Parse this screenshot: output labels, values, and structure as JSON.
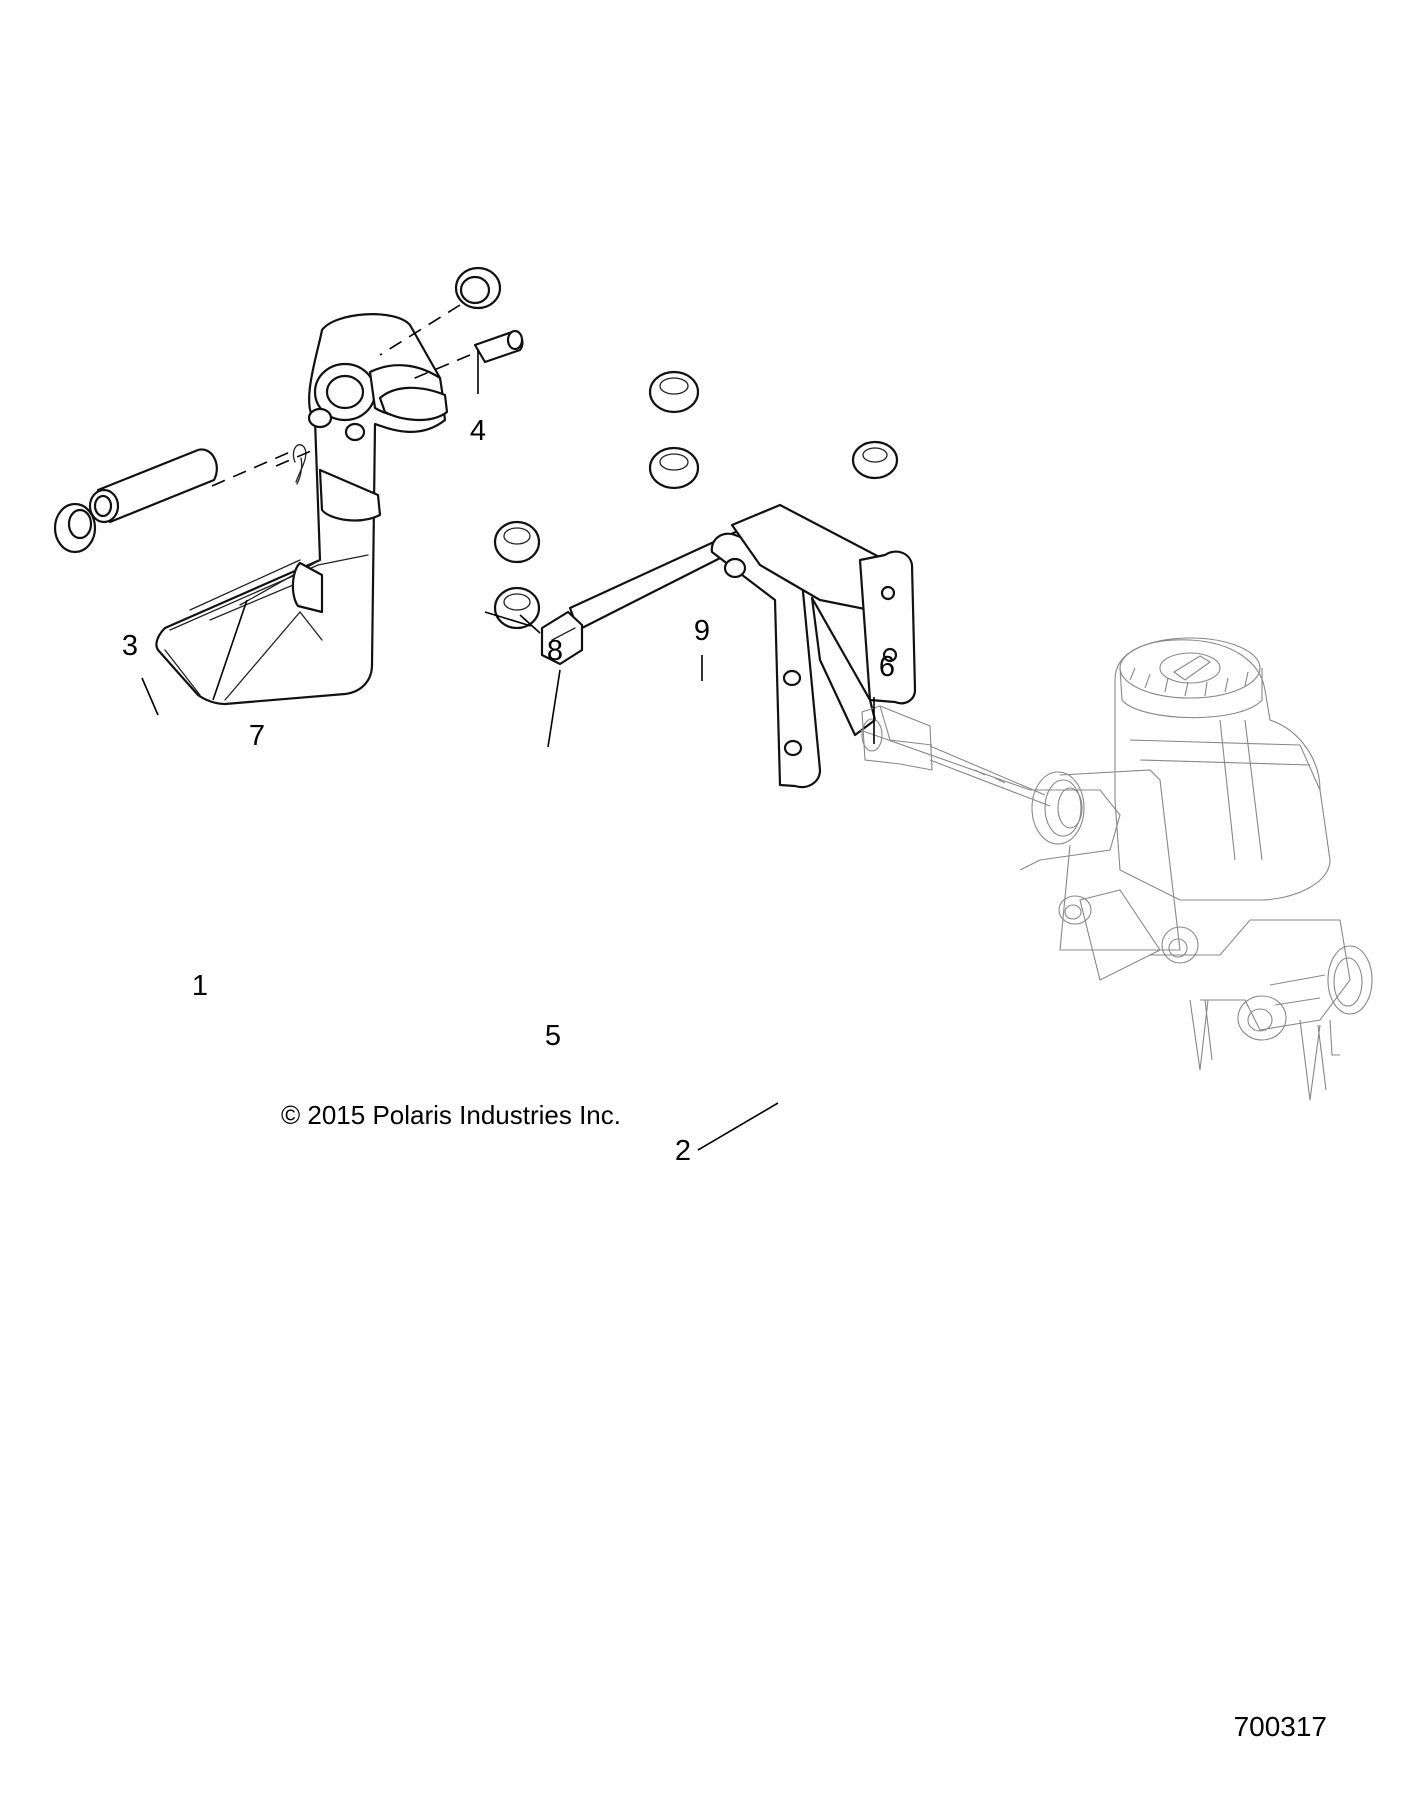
{
  "callouts": [
    {
      "id": "1",
      "label": "1"
    },
    {
      "id": "2",
      "label": "2"
    },
    {
      "id": "3",
      "label": "3"
    },
    {
      "id": "4",
      "label": "4"
    },
    {
      "id": "5",
      "label": "5"
    },
    {
      "id": "6",
      "label": "6"
    },
    {
      "id": "7",
      "label": "7"
    },
    {
      "id": "8",
      "label": "8"
    },
    {
      "id": "9",
      "label": "9"
    }
  ],
  "copyright": "© 2015 Polaris Industries Inc.",
  "diagram_number": "700317"
}
